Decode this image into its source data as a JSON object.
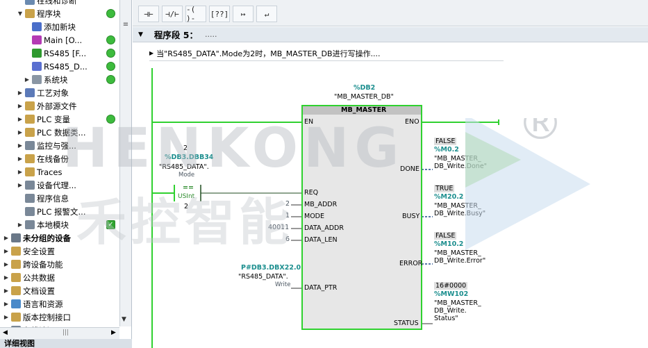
{
  "tree": {
    "items": [
      {
        "label": "在线和诊断",
        "indent": 2,
        "arrow": "",
        "icon": "#6a8ab0",
        "status": ""
      },
      {
        "label": "程序块",
        "indent": 2,
        "arrow": "▼",
        "icon": "#c9a24a",
        "status": "dot"
      },
      {
        "label": "添加新块",
        "indent": 3,
        "arrow": "",
        "icon": "#4a6ec9",
        "status": ""
      },
      {
        "label": "Main [O...",
        "indent": 3,
        "arrow": "",
        "icon": "#b43ab4",
        "status": "dot"
      },
      {
        "label": "RS485 [F...",
        "indent": 3,
        "arrow": "",
        "icon": "#2f9a2f",
        "status": "dot"
      },
      {
        "label": "RS485_D...",
        "indent": 3,
        "arrow": "",
        "icon": "#5a6fd0",
        "status": "dot"
      },
      {
        "label": "系统块",
        "indent": 3,
        "arrow": "▶",
        "icon": "#8a96a4",
        "status": "dot"
      },
      {
        "label": "工艺对象",
        "indent": 2,
        "arrow": "▶",
        "icon": "#5c7ab8",
        "status": ""
      },
      {
        "label": "外部源文件",
        "indent": 2,
        "arrow": "▶",
        "icon": "#c9a24a",
        "status": ""
      },
      {
        "label": "PLC 变量",
        "indent": 2,
        "arrow": "▶",
        "icon": "#c9a24a",
        "status": "dot"
      },
      {
        "label": "PLC 数据类...",
        "indent": 2,
        "arrow": "▶",
        "icon": "#c9a24a",
        "status": ""
      },
      {
        "label": "监控与强...",
        "indent": 2,
        "arrow": "▶",
        "icon": "#7a8898",
        "status": ""
      },
      {
        "label": "在线备份",
        "indent": 2,
        "arrow": "▶",
        "icon": "#c9a24a",
        "status": ""
      },
      {
        "label": "Traces",
        "indent": 2,
        "arrow": "▶",
        "icon": "#c9a24a",
        "status": ""
      },
      {
        "label": "设备代理...",
        "indent": 2,
        "arrow": "▶",
        "icon": "#7a8898",
        "status": ""
      },
      {
        "label": "程序信息",
        "indent": 2,
        "arrow": "",
        "icon": "#7a8898",
        "status": ""
      },
      {
        "label": "PLC 报警文...",
        "indent": 2,
        "arrow": "",
        "icon": "#7a8898",
        "status": ""
      },
      {
        "label": "本地模块",
        "indent": 2,
        "arrow": "▶",
        "icon": "#7a8898",
        "status": "check"
      },
      {
        "label": "未分组的设备",
        "indent": 0,
        "arrow": "▶",
        "icon": "#6a7888",
        "status": "",
        "bold": true
      },
      {
        "label": "安全设置",
        "indent": 0,
        "arrow": "▶",
        "icon": "#c9a24a",
        "status": ""
      },
      {
        "label": "跨设备功能",
        "indent": 0,
        "arrow": "▶",
        "icon": "#c9a24a",
        "status": ""
      },
      {
        "label": "公共数据",
        "indent": 0,
        "arrow": "▶",
        "icon": "#c9a24a",
        "status": ""
      },
      {
        "label": "文档设置",
        "indent": 0,
        "arrow": "▶",
        "icon": "#c9a24a",
        "status": ""
      },
      {
        "label": "语言和资源",
        "indent": 0,
        "arrow": "▶",
        "icon": "#4a8ac9",
        "status": ""
      },
      {
        "label": "版本控制接口",
        "indent": 0,
        "arrow": "▶",
        "icon": "#c9a24a",
        "status": ""
      },
      {
        "label": "在线访问",
        "indent": 0,
        "arrow": "▶",
        "icon": "#7a8898",
        "status": ""
      }
    ]
  },
  "detail_bar": "详细视图",
  "toolbar": {
    "buttons": [
      {
        "glyph": "⊣⊢",
        "name": "no-contact-button"
      },
      {
        "glyph": "⊣/⊢",
        "name": "nc-contact-button"
      },
      {
        "glyph": "-( )-",
        "name": "coil-button"
      },
      {
        "glyph": "[??]",
        "name": "empty-box-button"
      },
      {
        "glyph": "↦",
        "name": "open-branch-button"
      },
      {
        "glyph": "↵",
        "name": "close-branch-button"
      }
    ]
  },
  "network": {
    "title": "程序段 5：",
    "dots": ".....",
    "comment": "当\"RS485_DATA\".Mode为2时，MB_MASTER_DB进行写操作...."
  },
  "block": {
    "db_addr": "%DB2",
    "db_name": "\"MB_MASTER_DB\"",
    "type": "MB_MASTER",
    "inputs": [
      "EN",
      "REQ",
      "MB_ADDR",
      "MODE",
      "DATA_ADDR",
      "DATA_LEN",
      "DATA_PTR"
    ],
    "outputs": [
      "ENO",
      "DONE",
      "BUSY",
      "ERROR",
      "STATUS"
    ],
    "in_values": {
      "MB_ADDR": "2",
      "MODE": "1",
      "DATA_ADDR": "40011",
      "DATA_LEN": "6"
    },
    "data_ptr": {
      "addr": "P#DB3.DBX22.0",
      "name": "\"RS485_DATA\".",
      "sub": "Write"
    }
  },
  "compare": {
    "value_top": "2",
    "addr": "%DB3.DBB34",
    "name": "\"RS485_DATA\".",
    "sub": "Mode",
    "op": "==",
    "type": "USInt",
    "value_bottom": "2"
  },
  "outputs": {
    "done": {
      "value": "FALSE",
      "addr": "%M0.2",
      "line1": "\"MB_MASTER_",
      "line2": "DB_Write.Done\""
    },
    "busy": {
      "value": "TRUE",
      "addr": "%M20.2",
      "line1": "\"MB_MASTER_",
      "line2": "DB_Write.Busy\""
    },
    "error": {
      "value": "FALSE",
      "addr": "%M10.2",
      "line1": "\"MB_MASTER_",
      "line2": "DB_Write.Error\""
    },
    "status": {
      "value": "16#0000",
      "addr": "%MW102",
      "line1": "\"MB_MASTER_",
      "line2": "DB_Write.",
      "line3": "Status\""
    }
  },
  "watermark": {
    "text": "HENKONG",
    "sub": "禾控智能",
    "reg": "®"
  },
  "colors": {
    "power": "#2fd12f",
    "teal": "#1b8e8e",
    "block_fill": "#e7e7e7",
    "block_header": "#c2c2c2"
  }
}
